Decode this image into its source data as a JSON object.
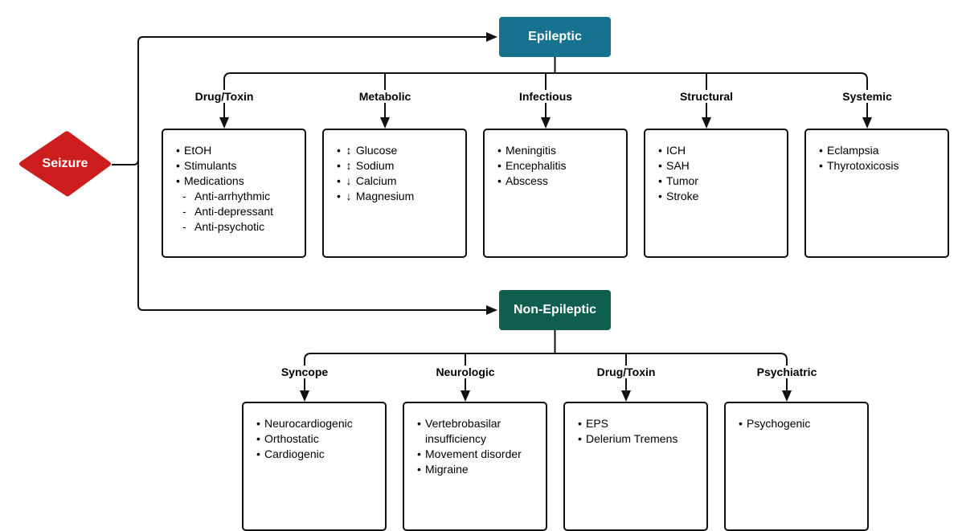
{
  "root": {
    "label": "Seizure",
    "color": "#cc1e1e"
  },
  "branches": [
    {
      "key": "epileptic",
      "label": "Epileptic",
      "color": "#16728f",
      "categories": [
        {
          "label": "Drug/Toxin",
          "items": [
            {
              "text": "EtOH"
            },
            {
              "text": "Stimulants"
            },
            {
              "text": "Medications"
            },
            {
              "text": "Anti-arrhythmic",
              "sub": true
            },
            {
              "text": "Anti-depressant",
              "sub": true
            },
            {
              "text": "Anti-psychotic",
              "sub": true
            }
          ]
        },
        {
          "label": "Metabolic",
          "items": [
            {
              "text": "Glucose",
              "arrow": "↕"
            },
            {
              "text": "Sodium",
              "arrow": "↕"
            },
            {
              "text": "Calcium",
              "arrow": "↓"
            },
            {
              "text": "Magnesium",
              "arrow": "↓"
            }
          ]
        },
        {
          "label": "Infectious",
          "items": [
            {
              "text": "Meningitis"
            },
            {
              "text": "Encephalitis"
            },
            {
              "text": "Abscess"
            }
          ]
        },
        {
          "label": "Structural",
          "items": [
            {
              "text": "ICH"
            },
            {
              "text": "SAH"
            },
            {
              "text": "Tumor"
            },
            {
              "text": "Stroke"
            }
          ]
        },
        {
          "label": "Systemic",
          "items": [
            {
              "text": "Eclampsia"
            },
            {
              "text": "Thyrotoxicosis"
            }
          ]
        }
      ]
    },
    {
      "key": "non-epileptic",
      "label": "Non-Epileptic",
      "color": "#0f5e4e",
      "categories": [
        {
          "label": "Syncope",
          "items": [
            {
              "text": "Neurocardiogenic"
            },
            {
              "text": "Orthostatic"
            },
            {
              "text": "Cardiogenic"
            }
          ]
        },
        {
          "label": "Neurologic",
          "items": [
            {
              "text": "Vertebrobasilar"
            },
            {
              "text": "insufficiency",
              "cont": true
            },
            {
              "text": "Movement disorder"
            },
            {
              "text": "Migraine"
            }
          ]
        },
        {
          "label": "Drug/Toxin",
          "items": [
            {
              "text": "EPS"
            },
            {
              "text": "Delerium Tremens"
            }
          ]
        },
        {
          "label": "Psychiatric",
          "items": [
            {
              "text": "Psychogenic"
            }
          ]
        }
      ]
    }
  ]
}
